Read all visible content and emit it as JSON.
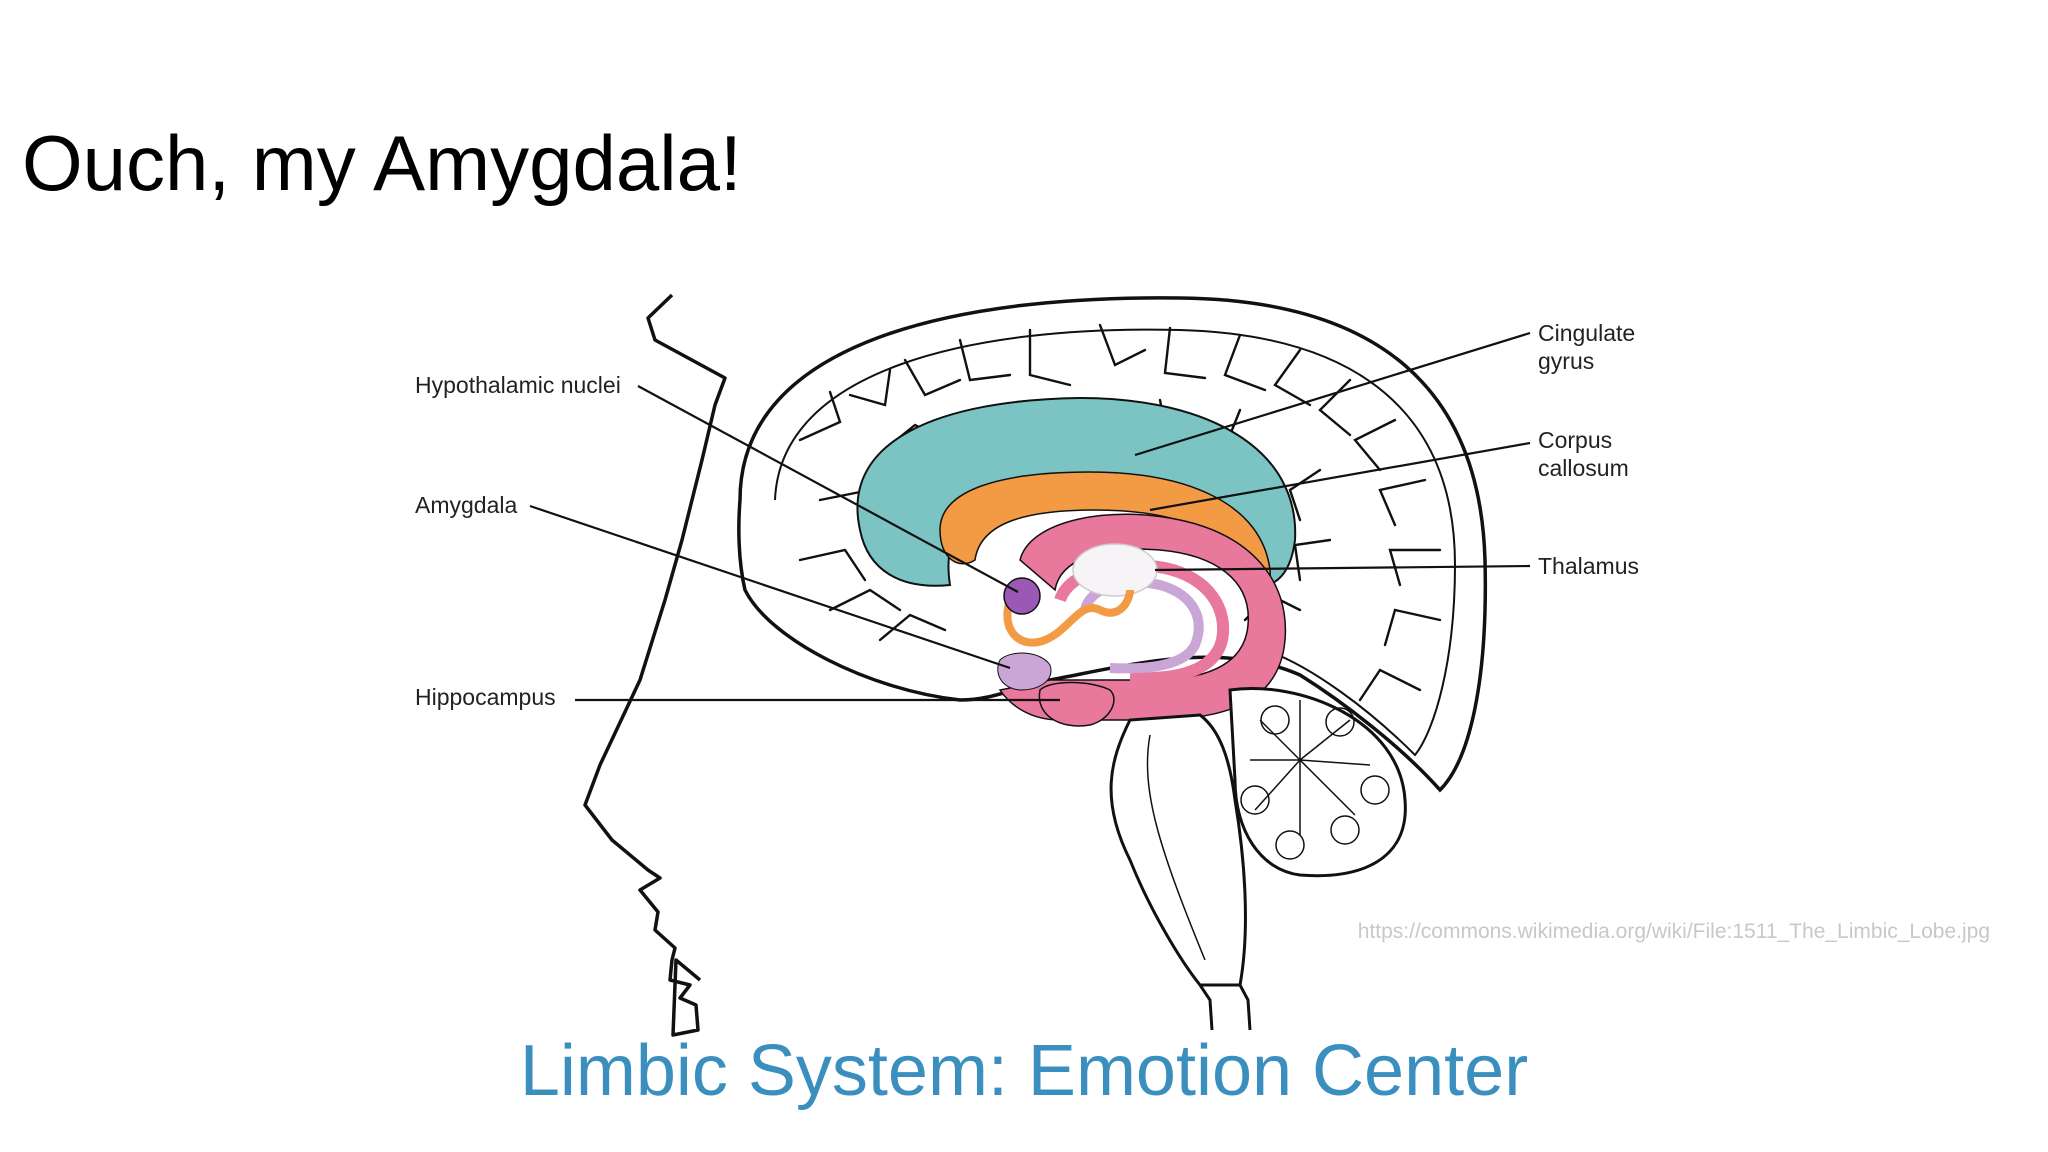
{
  "slide": {
    "title": "Ouch, my Amygdala!",
    "caption": "Limbic System: Emotion Center",
    "source": "https://commons.wikimedia.org/wiki/File:1511_The_Limbic_Lobe.jpg"
  },
  "labels": {
    "hypothalamic_nuclei": "Hypothalamic nuclei",
    "amygdala": "Amygdala",
    "hippocampus": "Hippocampus",
    "cingulate_gyrus_line1": "Cingulate",
    "cingulate_gyrus_line2": "gyrus",
    "corpus_callosum_line1": "Corpus",
    "corpus_callosum_line2": "callosum",
    "thalamus": "Thalamus"
  },
  "colors": {
    "cingulate_gyrus": "#7cc4c4",
    "corpus_callosum": "#f39a44",
    "fornix_hippocampus": "#e8789c",
    "amygdala": "#9b58b5",
    "thalamus_ring": "#c9a6d6",
    "caption": "#3a8fbf"
  }
}
